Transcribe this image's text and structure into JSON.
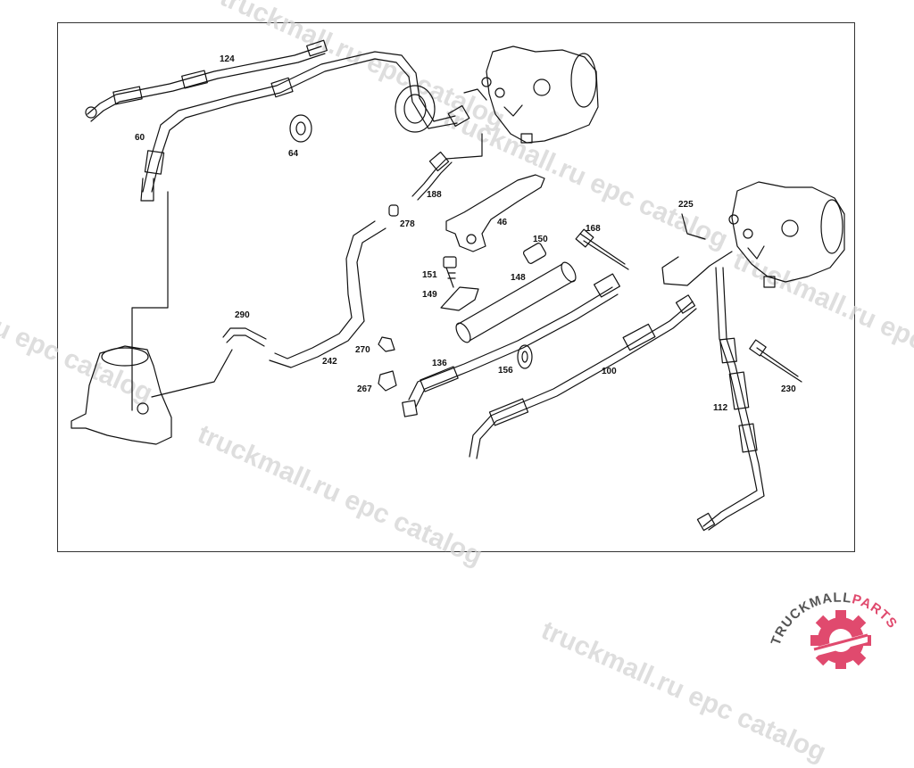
{
  "watermark": {
    "text": "truckmall.ru epc catalog",
    "text_left": "ru epc catalog",
    "text_short": "truckmall.ru epc catalog",
    "text_bottom": "truckmall.ru epc catalog"
  },
  "logo": {
    "part1": "TRUCKMALL",
    "part2": "PARTS",
    "color_dark": "#555555",
    "color_accent": "#e04a6e"
  },
  "labels": {
    "p124": "124",
    "p60": "60",
    "p64": "64",
    "p188": "188",
    "p278": "278",
    "p46": "46",
    "p168": "168",
    "p150": "150",
    "p151": "151",
    "p148": "148",
    "p149": "149",
    "p290": "290",
    "p270": "270",
    "p242": "242",
    "p136": "136",
    "p156": "156",
    "p100": "100",
    "p267": "267",
    "p225": "225",
    "p112": "112",
    "p230": "230"
  }
}
